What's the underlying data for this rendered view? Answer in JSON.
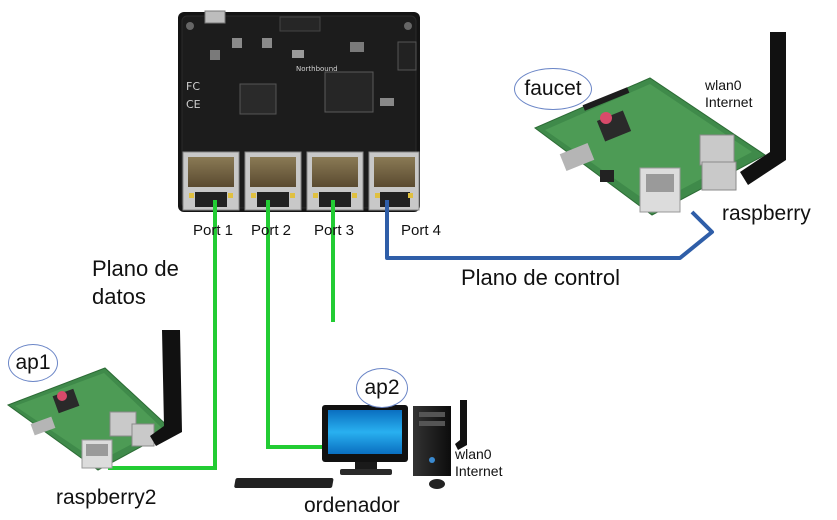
{
  "switch": {
    "ports": [
      "Port 1",
      "Port 2",
      "Port 3",
      "Port 4"
    ],
    "brand_text": "Northbound"
  },
  "links": {
    "data_plane_label": [
      "Plano de",
      "datos"
    ],
    "control_plane_label": "Plano de control"
  },
  "devices": {
    "controller": {
      "tag": "faucet",
      "name": "raspberry",
      "iface": "wlan0",
      "iface_desc": "Internet"
    },
    "ap1": {
      "tag": "ap1",
      "name": "raspberry2"
    },
    "ap2": {
      "tag": "ap2",
      "name": "ordenador",
      "iface": "wlan0",
      "iface_desc": "Internet"
    }
  },
  "colors": {
    "data_link": "#22cc33",
    "control_link": "#2f5ea8",
    "pcb": "#1a1a1a",
    "rpi_board": "#3f8a4a",
    "monitor_screen": "#1aa0e0",
    "bubble_border": "#6b86c7"
  }
}
